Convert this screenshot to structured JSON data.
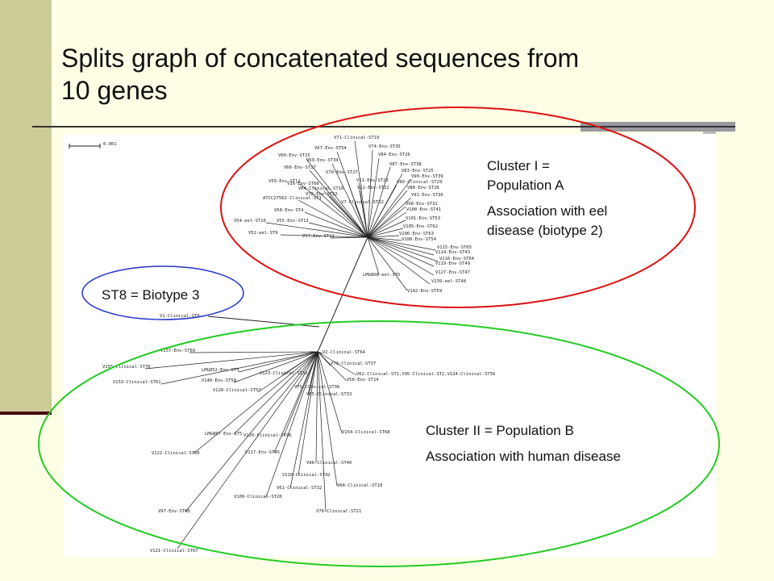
{
  "title_line1": "Splits graph of concatenated sequences from",
  "title_line2": "10 genes",
  "scale_label": "0.001",
  "cluster1": {
    "line1": "Cluster I =",
    "line2": "Population A",
    "line3": "Association with eel",
    "line4": "disease (biotype 2)",
    "ellipse_color": "#dd1111"
  },
  "st8": {
    "label": "ST8 = Biotype 3",
    "ellipse_color": "#2233cc"
  },
  "cluster2": {
    "line1": "Cluster II = Population B",
    "line2": "Association with human disease",
    "ellipse_color": "#22cc22"
  },
  "leaves_a": [
    "V71-Clinical-ST19",
    "V74-Env-ST35",
    "V67-Env-ST54",
    "V84-Env-ST26",
    "V60-Env-ST15",
    "V69-Env-ST34",
    "V87-Env-ST38",
    "V66-Env-ST17",
    "V70-Env-ST27",
    "V83-Env-ST25",
    "V90-Env-ST39",
    "V59-Env-ST12",
    "V11-Env-ST23",
    "V89-Clinical-ST29",
    "V16-Env-ST66",
    "V12-Env-ST22",
    "V88-Env-ST28",
    "V64-Clinical-ST16",
    "V78-Env-ST22",
    "V91-Env-ST30",
    "ATCC27562-Clinical-ST1",
    "V7-Clinical-ST52",
    "V98-Env-ST31",
    "V58-Env-ST4",
    "V100-Env-ST41",
    "V54-eel-ST10",
    "V55-Env-ST13",
    "V101-Env-ST53",
    "V105-Env-ST62",
    "V52-eel-ST9",
    "V106-Env-ST63",
    "V57-Env-ST11",
    "V108-Env-ST54",
    "V115-Env-ST65",
    "V114-Env-ST43",
    "V116-Env-ST64",
    "V119-Env-ST49",
    "V127-Env-ST47",
    "LMG868-eel-ST6",
    "V139-eel-ST48",
    "V142-Env-ST59"
  ],
  "leaf_st8": "V1-Clinical-ST8",
  "leaves_b": [
    "V157-Env-ST69",
    "V2-Clinical-ST64",
    "V155-Clinical-ST70",
    "V79-Clinical-ST37",
    "LMG852-Env-ST3",
    "V62-Clinical-ST1,V95-Clinical-ST2,V124-Clinical-ST56",
    "V153-Clinical-ST61",
    "V123-Clinical-ST55",
    "V56-Env-ST14",
    "V140-Env-ST58",
    "V75-Clinical-ST36",
    "V128-Clinical-ST57",
    "V65-Clinical-ST33",
    "LMG867-Env-ST5",
    "V120-Clinical-ST46",
    "V154-Clinical-ST68",
    "V122-Clinical-ST50",
    "V117-Env-ST45",
    "V96-Clinical-ST40",
    "V110-Clinical-ST42",
    "V61-Clinical-ST32",
    "V68-Clinical-ST18",
    "V109-Clinical-ST20",
    "V76-Clinical-ST21",
    "V97-Env-ST60",
    "V121-Clinical-ST67"
  ]
}
